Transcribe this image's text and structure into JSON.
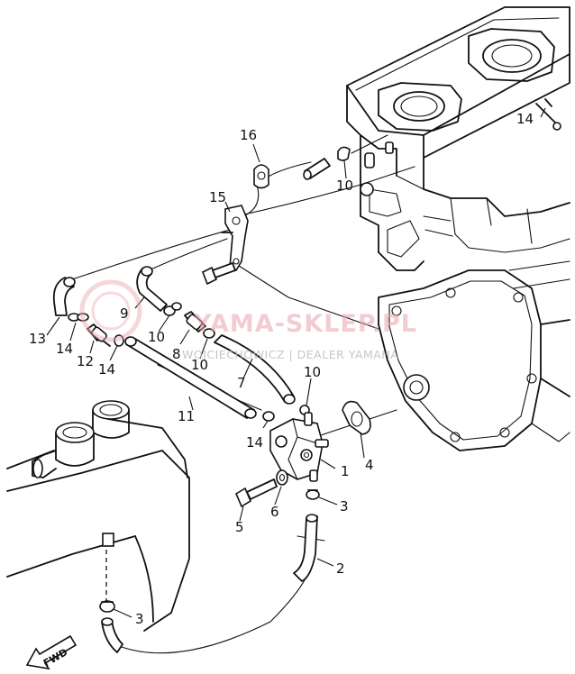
{
  "watermark": {
    "brand": "YAMA-SKLEP.PL",
    "tagline": "WOJCIECHOWICZ | DEALER YAMAHA",
    "color": "#e9a3ad"
  },
  "direction_label": "FWD",
  "callouts": [
    {
      "id": "c1",
      "label": "1"
    },
    {
      "id": "c2",
      "label": "2"
    },
    {
      "id": "c3a",
      "label": "3"
    },
    {
      "id": "c3b",
      "label": "3"
    },
    {
      "id": "c4",
      "label": "4"
    },
    {
      "id": "c5",
      "label": "5"
    },
    {
      "id": "c6",
      "label": "6"
    },
    {
      "id": "c7",
      "label": "7"
    },
    {
      "id": "c8",
      "label": "8"
    },
    {
      "id": "c9",
      "label": "9"
    },
    {
      "id": "c10a",
      "label": "10"
    },
    {
      "id": "c10b",
      "label": "10"
    },
    {
      "id": "c10c",
      "label": "10"
    },
    {
      "id": "c10d",
      "label": "10"
    },
    {
      "id": "c11",
      "label": "11"
    },
    {
      "id": "c12",
      "label": "12"
    },
    {
      "id": "c13",
      "label": "13"
    },
    {
      "id": "c14a",
      "label": "14"
    },
    {
      "id": "c14b",
      "label": "14"
    },
    {
      "id": "c14c",
      "label": "14"
    },
    {
      "id": "c14d",
      "label": "14"
    },
    {
      "id": "c15",
      "label": "15"
    },
    {
      "id": "c16",
      "label": "16"
    }
  ]
}
